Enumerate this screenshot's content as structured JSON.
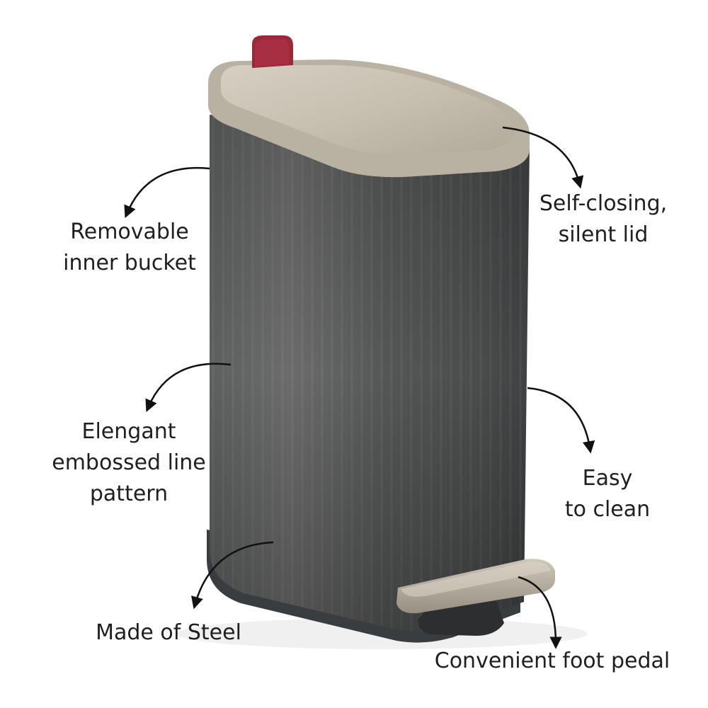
{
  "colors": {
    "background": "#ffffff",
    "body": "#4d4e4e",
    "lid": "#c9c1b2",
    "tab": "#9a2a3a",
    "pedal": "#b3ab9d",
    "base": "#3b3e40",
    "text": "#1f1f1f"
  },
  "callouts": {
    "self_closing": {
      "line1": "Self-closing,",
      "line2": "silent lid"
    },
    "inner_bucket": {
      "line1": "Removable",
      "line2": "inner bucket"
    },
    "pattern": {
      "line1": "Elengant",
      "line2": "embossed line",
      "line3": "pattern"
    },
    "easy_clean": {
      "line1": "Easy",
      "line2": "to clean"
    },
    "steel": {
      "line1": "Made of Steel"
    },
    "pedal": {
      "line1": "Convenient foot pedal"
    }
  }
}
